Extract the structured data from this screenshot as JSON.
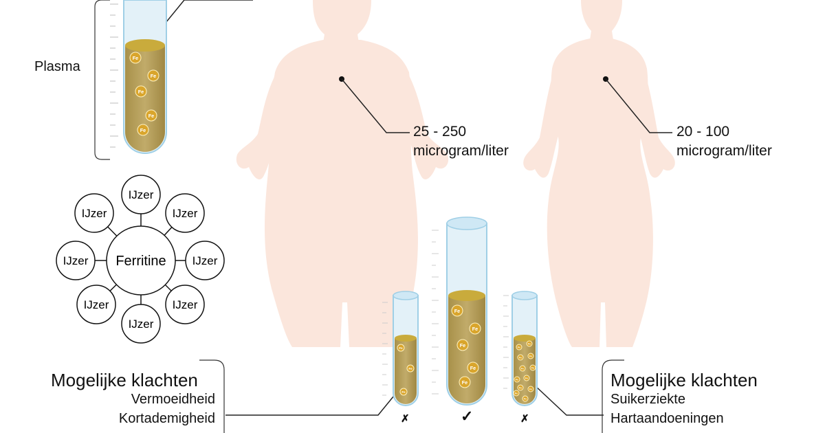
{
  "labels": {
    "plasma": "Plasma",
    "ferritin_center": "Ferritine",
    "iron": "IJzer",
    "fe": "Fe"
  },
  "male": {
    "range": "25 - 250",
    "unit": "microgram/liter"
  },
  "female": {
    "range": "20 - 100",
    "unit": "microgram/liter"
  },
  "complaints_low": {
    "title": "Mogelijke klachten",
    "items": [
      "Vermoeidheid",
      "Kortademigheid"
    ]
  },
  "complaints_high": {
    "title": "Mogelijke klachten",
    "items": [
      "Suikerziekte",
      "Hartaandoeningen"
    ]
  },
  "tube_marks": {
    "low": "✗",
    "normal": "✓",
    "high": "✗"
  },
  "colors": {
    "body_silhouette": "#fbe6dc",
    "plasma": "#b8a05a",
    "plasma_top": "#c9ab3c",
    "fe_particle": "#d9a52c",
    "tube_glass": "#d6ecf7",
    "tube_outline": "#9fcfe6"
  }
}
